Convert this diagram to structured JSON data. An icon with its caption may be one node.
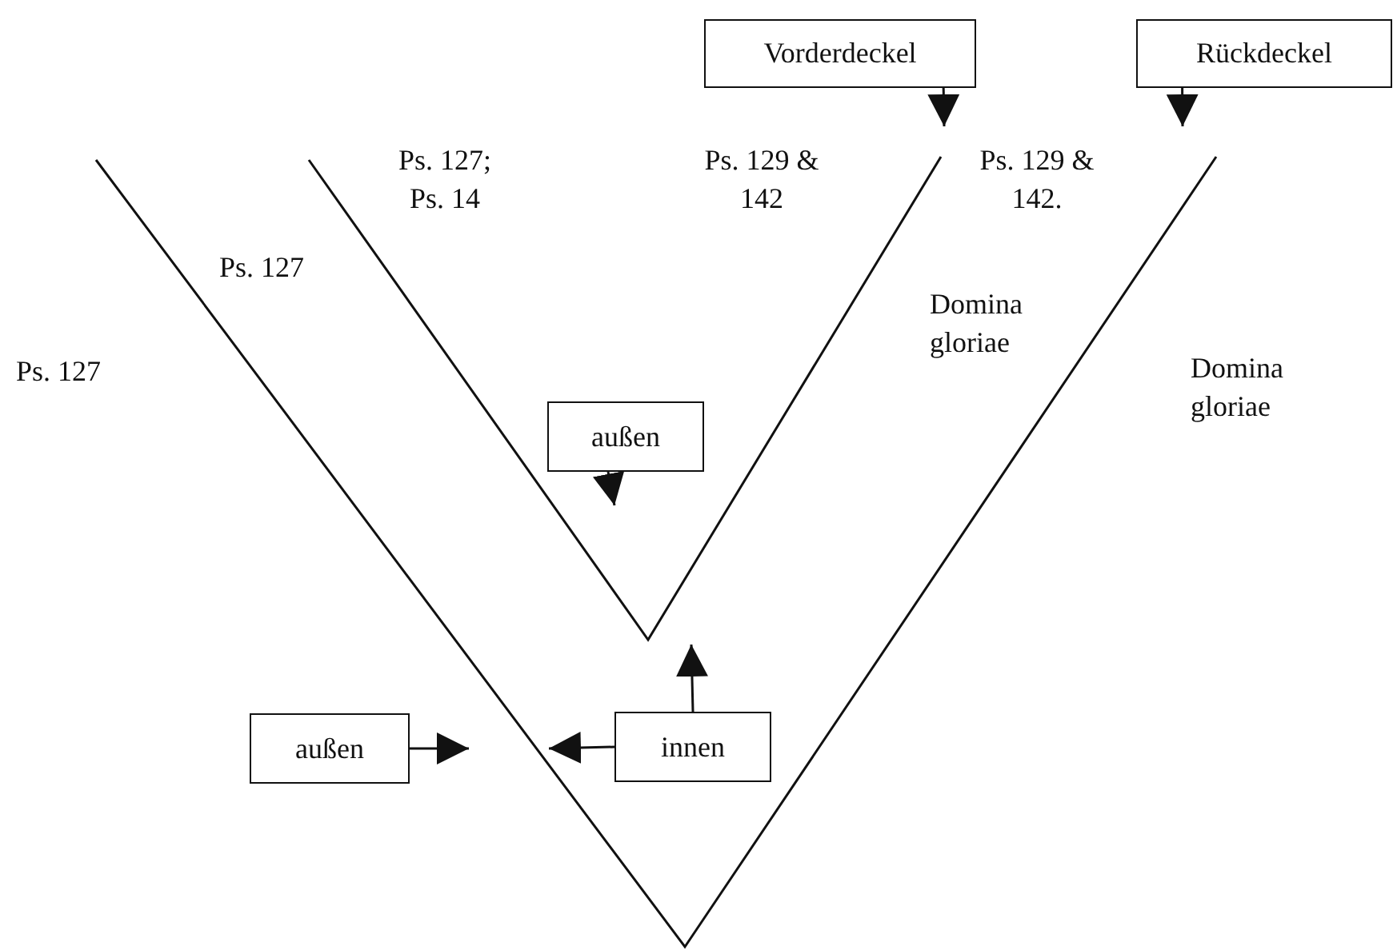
{
  "diagram": {
    "nodes": [
      {
        "text": [
          "Vorderdeckel"
        ]
      },
      {
        "text": [
          "Rückdeckel"
        ]
      },
      {
        "text": [
          "außen"
        ]
      },
      {
        "text": [
          "außen"
        ]
      },
      {
        "text": [
          "innen"
        ]
      }
    ],
    "edges": [
      {
        "from": 0,
        "to": null,
        "arrow": "to"
      },
      {
        "from": 1,
        "to": null,
        "arrow": "to"
      },
      {
        "from": 2,
        "to": null,
        "arrow": "to"
      },
      {
        "from": 3,
        "to": null,
        "arrow": "to"
      },
      {
        "from": 4,
        "to": null,
        "arrow": "to"
      },
      {
        "from": 4,
        "to": null,
        "arrow": "to"
      }
    ],
    "labels": [
      "Ps. 127; Ps. 14",
      "Ps. 129 & 142",
      "Ps. 129 & 142.",
      "Ps. 127",
      "Domina gloriae",
      "Ps. 127",
      "Domina gloriae"
    ]
  }
}
